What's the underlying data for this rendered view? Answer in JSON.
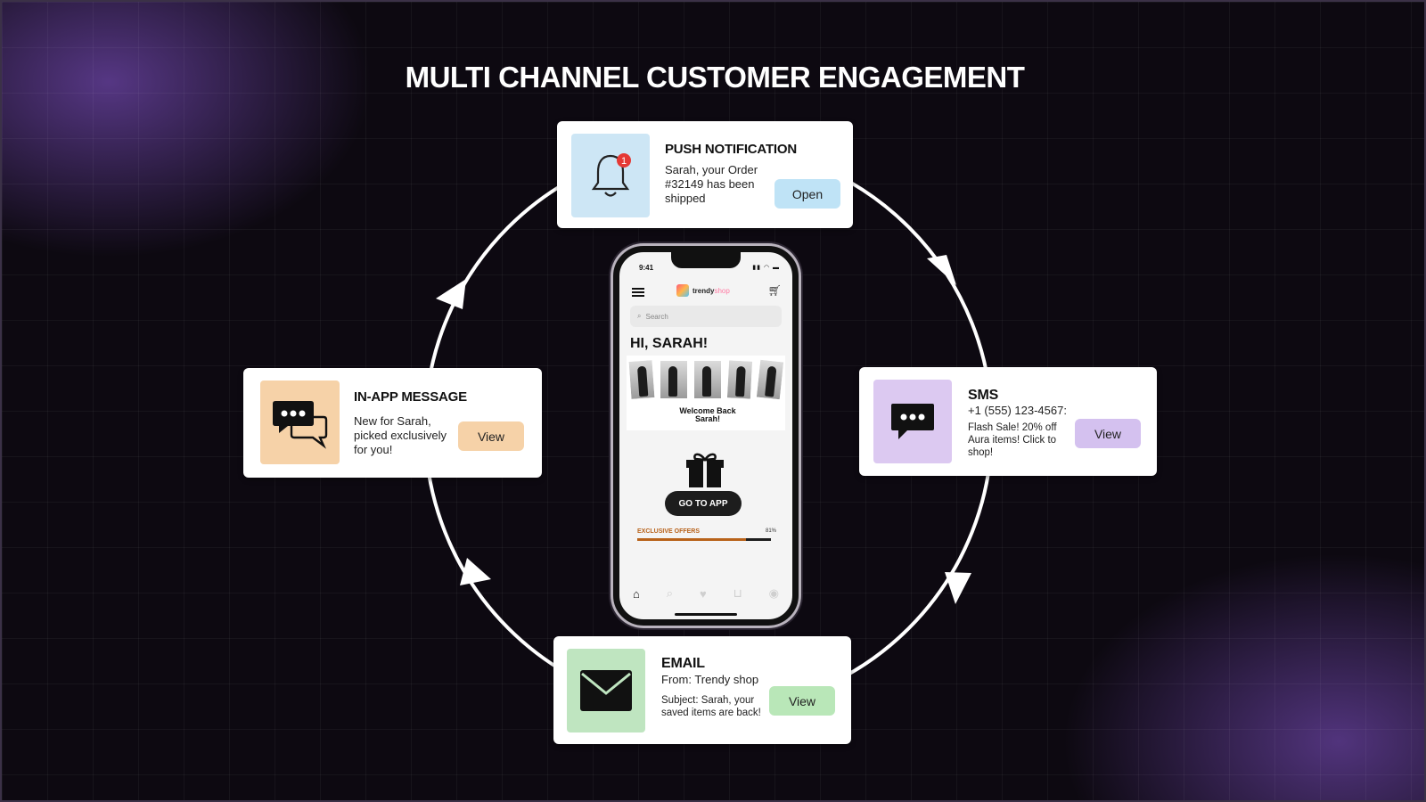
{
  "title": "MULTI CHANNEL CUSTOMER ENGAGEMENT",
  "colors": {
    "background": "#0d0911",
    "glow": "#6e46aa",
    "push_tile": "#cde6f5",
    "push_button": "#bfe3f6",
    "sms_tile": "#dcc9f1",
    "sms_button": "#d4c1ef",
    "inapp_tile": "#f6d2a8",
    "inapp_button": "#f6d2a8",
    "email_tile": "#bfe5c0",
    "email_button": "#b9e7b8",
    "badge": "#e53935",
    "offers_accent": "#b8621a"
  },
  "push": {
    "icon": "bell-icon",
    "badge_count": "1",
    "title": "PUSH NOTIFICATION",
    "text": "Sarah, your Order #32149 has been shipped",
    "button": "Open"
  },
  "sms": {
    "icon": "speech-bubble-icon",
    "title": "SMS",
    "phone": "+1 (555) 123-4567:",
    "text": "Flash Sale! 20% off Aura items! Click to shop!",
    "button": "View"
  },
  "inapp": {
    "icon": "chat-bubbles-icon",
    "title": "IN-APP MESSAGE",
    "text": "New for Sarah, picked exclusively for you!",
    "button": "View"
  },
  "email": {
    "icon": "envelope-icon",
    "title": "EMAIL",
    "from": "From: Trendy shop",
    "subject": "Subject: Sarah, your saved items are back!",
    "button": "View"
  },
  "phone": {
    "time": "9:41",
    "brand": "trendy",
    "brand_suffix": "shop",
    "search_placeholder": "Search",
    "greeting": "HI, SARAH!",
    "banner_text": "Welcome Back Sarah!",
    "cta": "GO TO APP",
    "offers_label": "EXCLUSIVE OFFERS",
    "offers_pct": "81%",
    "offers_progress": 0.81,
    "tabs": [
      "home-icon",
      "search-icon",
      "heart-icon",
      "cart-icon",
      "profile-icon"
    ]
  }
}
